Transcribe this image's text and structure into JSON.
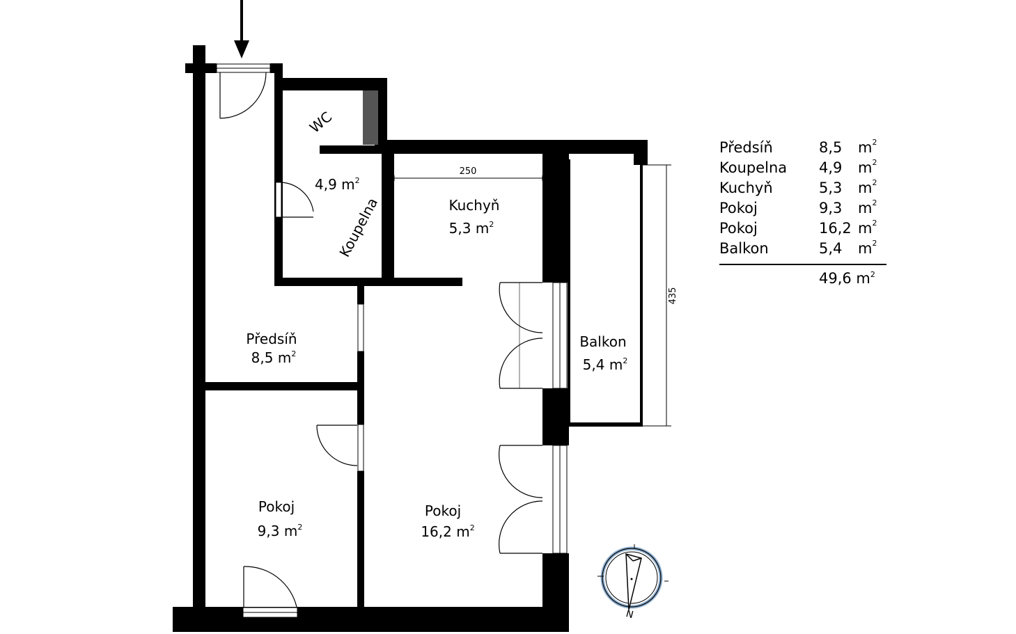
{
  "rooms": {
    "wc": {
      "name": "WC"
    },
    "koupelna": {
      "name": "Koupelna",
      "area": "4,9 m"
    },
    "kuchyn": {
      "name": "Kuchyň",
      "area": "5,3 m"
    },
    "predsin": {
      "name": "Předsíň",
      "area": "8,5 m"
    },
    "pokoj_small": {
      "name": "Pokoj",
      "area": "9,3 m"
    },
    "pokoj_large": {
      "name": "Pokoj",
      "area": "16,2 m"
    },
    "balkon": {
      "name": "Balkon",
      "area": "5,4 m"
    }
  },
  "unit_superscript": "2",
  "dimensions": {
    "kitchen_width": "250",
    "balcony_length": "435"
  },
  "area_table": {
    "rows": [
      {
        "name": "Předsíň",
        "value": "8,5",
        "unit": "m"
      },
      {
        "name": "Koupelna",
        "value": "4,9",
        "unit": "m"
      },
      {
        "name": "Kuchyň",
        "value": "5,3",
        "unit": "m"
      },
      {
        "name": "Pokoj",
        "value": "9,3",
        "unit": "m"
      },
      {
        "name": "Pokoj",
        "value": "16,2",
        "unit": "m"
      },
      {
        "name": "Balkon",
        "value": "5,4",
        "unit": "m"
      }
    ],
    "total": "49,6 m"
  },
  "compass": {
    "north_label": "N"
  },
  "colors": {
    "wall": "#000000",
    "chimney": "#555555",
    "compass_ring": "#8fb0d0"
  }
}
